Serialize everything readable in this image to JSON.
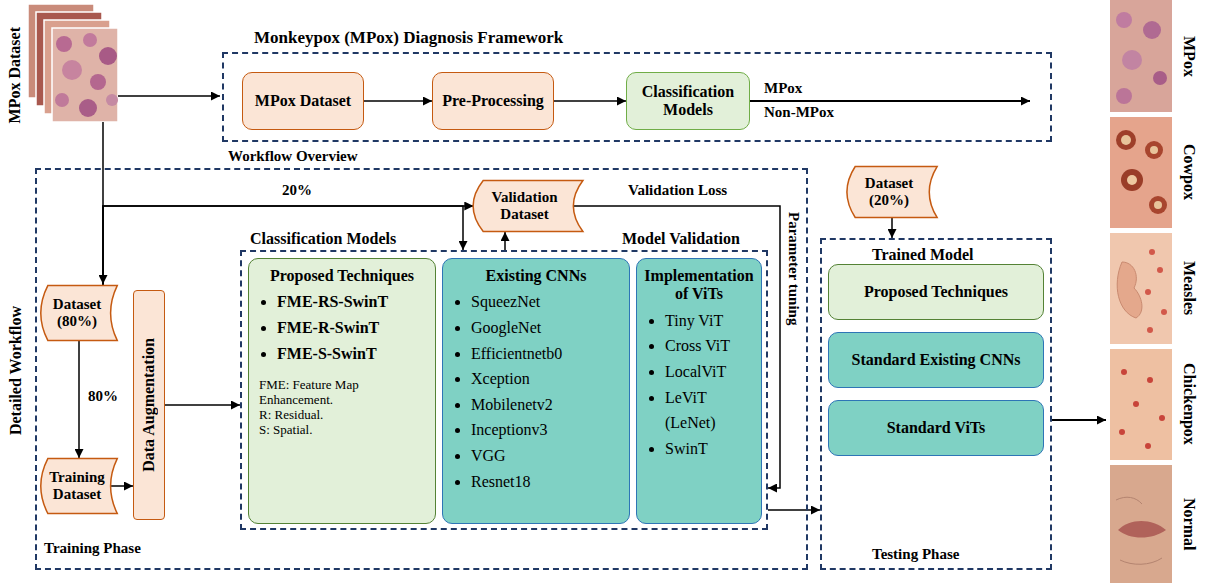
{
  "diagram": {
    "nodes": [
      {
        "text": [
          "Monkeypox (MPox) Diagnosis Framework",
          "Workflow Overview"
        ]
      },
      {
        "text": [
          "MPox Dataset"
        ],
        "in": 0
      },
      {
        "text": [
          "Pre-Processing"
        ],
        "in": 0
      },
      {
        "text": [
          "Classification Models"
        ],
        "in": 0
      },
      {
        "text": [
          "Detailed Workflow"
        ]
      },
      {
        "text": [
          "Dataset (80%)"
        ],
        "in": 4
      },
      {
        "text": [
          "Training Dataset"
        ],
        "in": 4
      },
      {
        "text": [
          "Data Augmentation"
        ],
        "in": 4
      },
      {
        "text": [
          "Validation Dataset"
        ],
        "in": 4
      },
      {
        "text": [
          "Classification Models",
          "Model Validation"
        ],
        "in": 4
      },
      {
        "text": [
          "Proposed Techniques",
          "FME-RS-SwinT",
          "FME-R-SwinT",
          "FME-S-SwinT",
          "FME: Feature Map Enhancement.",
          "R: Residual.",
          "S: Spatial."
        ],
        "in": 9
      },
      {
        "text": [
          "Existing CNNs",
          "SqueezNet",
          "GoogleNet",
          "Efficientnetb0",
          "Xception",
          "Mobilenetv2",
          "Inceptionv3",
          "VGG",
          "Resnet18"
        ],
        "in": 9
      },
      {
        "text": [
          "Implementation of ViTs",
          "Tiny ViT",
          "Cross ViT",
          "LocalViT",
          "LeViT (LeNet)",
          "SwinT"
        ],
        "in": 9
      },
      {
        "text": [
          "Dataset (20%)"
        ]
      },
      {
        "text": [
          "Trained Model",
          "Testing Phase"
        ]
      },
      {
        "text": [
          "Proposed Techniques"
        ],
        "in": 14
      },
      {
        "text": [
          "Standard Existing CNNs"
        ],
        "in": 14
      },
      {
        "text": [
          "Standard ViTs"
        ],
        "in": 14
      }
    ],
    "edges": [
      {
        "from": 1,
        "to": 2,
        "arrow": "to"
      },
      {
        "from": 2,
        "to": 3,
        "arrow": "to"
      },
      {
        "from": 5,
        "to": 6,
        "arrow": "to",
        "label": "80%"
      },
      {
        "from": 6,
        "to": 7,
        "arrow": "to"
      },
      {
        "from": 7,
        "to": 9,
        "arrow": "to"
      },
      {
        "from": 5,
        "to": 8,
        "arrow": "to",
        "label": "20%"
      },
      {
        "from": 5,
        "to": 9,
        "arrow": "to"
      },
      {
        "from": 9,
        "to": 8,
        "arrow": "to"
      },
      {
        "from": 8,
        "to": 9,
        "arrow": "to",
        "label": "Validation Loss"
      },
      {
        "from": 9,
        "to": 14,
        "arrow": "to"
      },
      {
        "from": 13,
        "to": 14,
        "arrow": "to"
      }
    ],
    "labels": [
      "MPox Dataset",
      "MPox",
      "Non-MPox",
      "Parameter tuning",
      "Training Phase",
      "MPox",
      "Cowpox",
      "Measles",
      "Chickenpox",
      "Normal"
    ]
  }
}
